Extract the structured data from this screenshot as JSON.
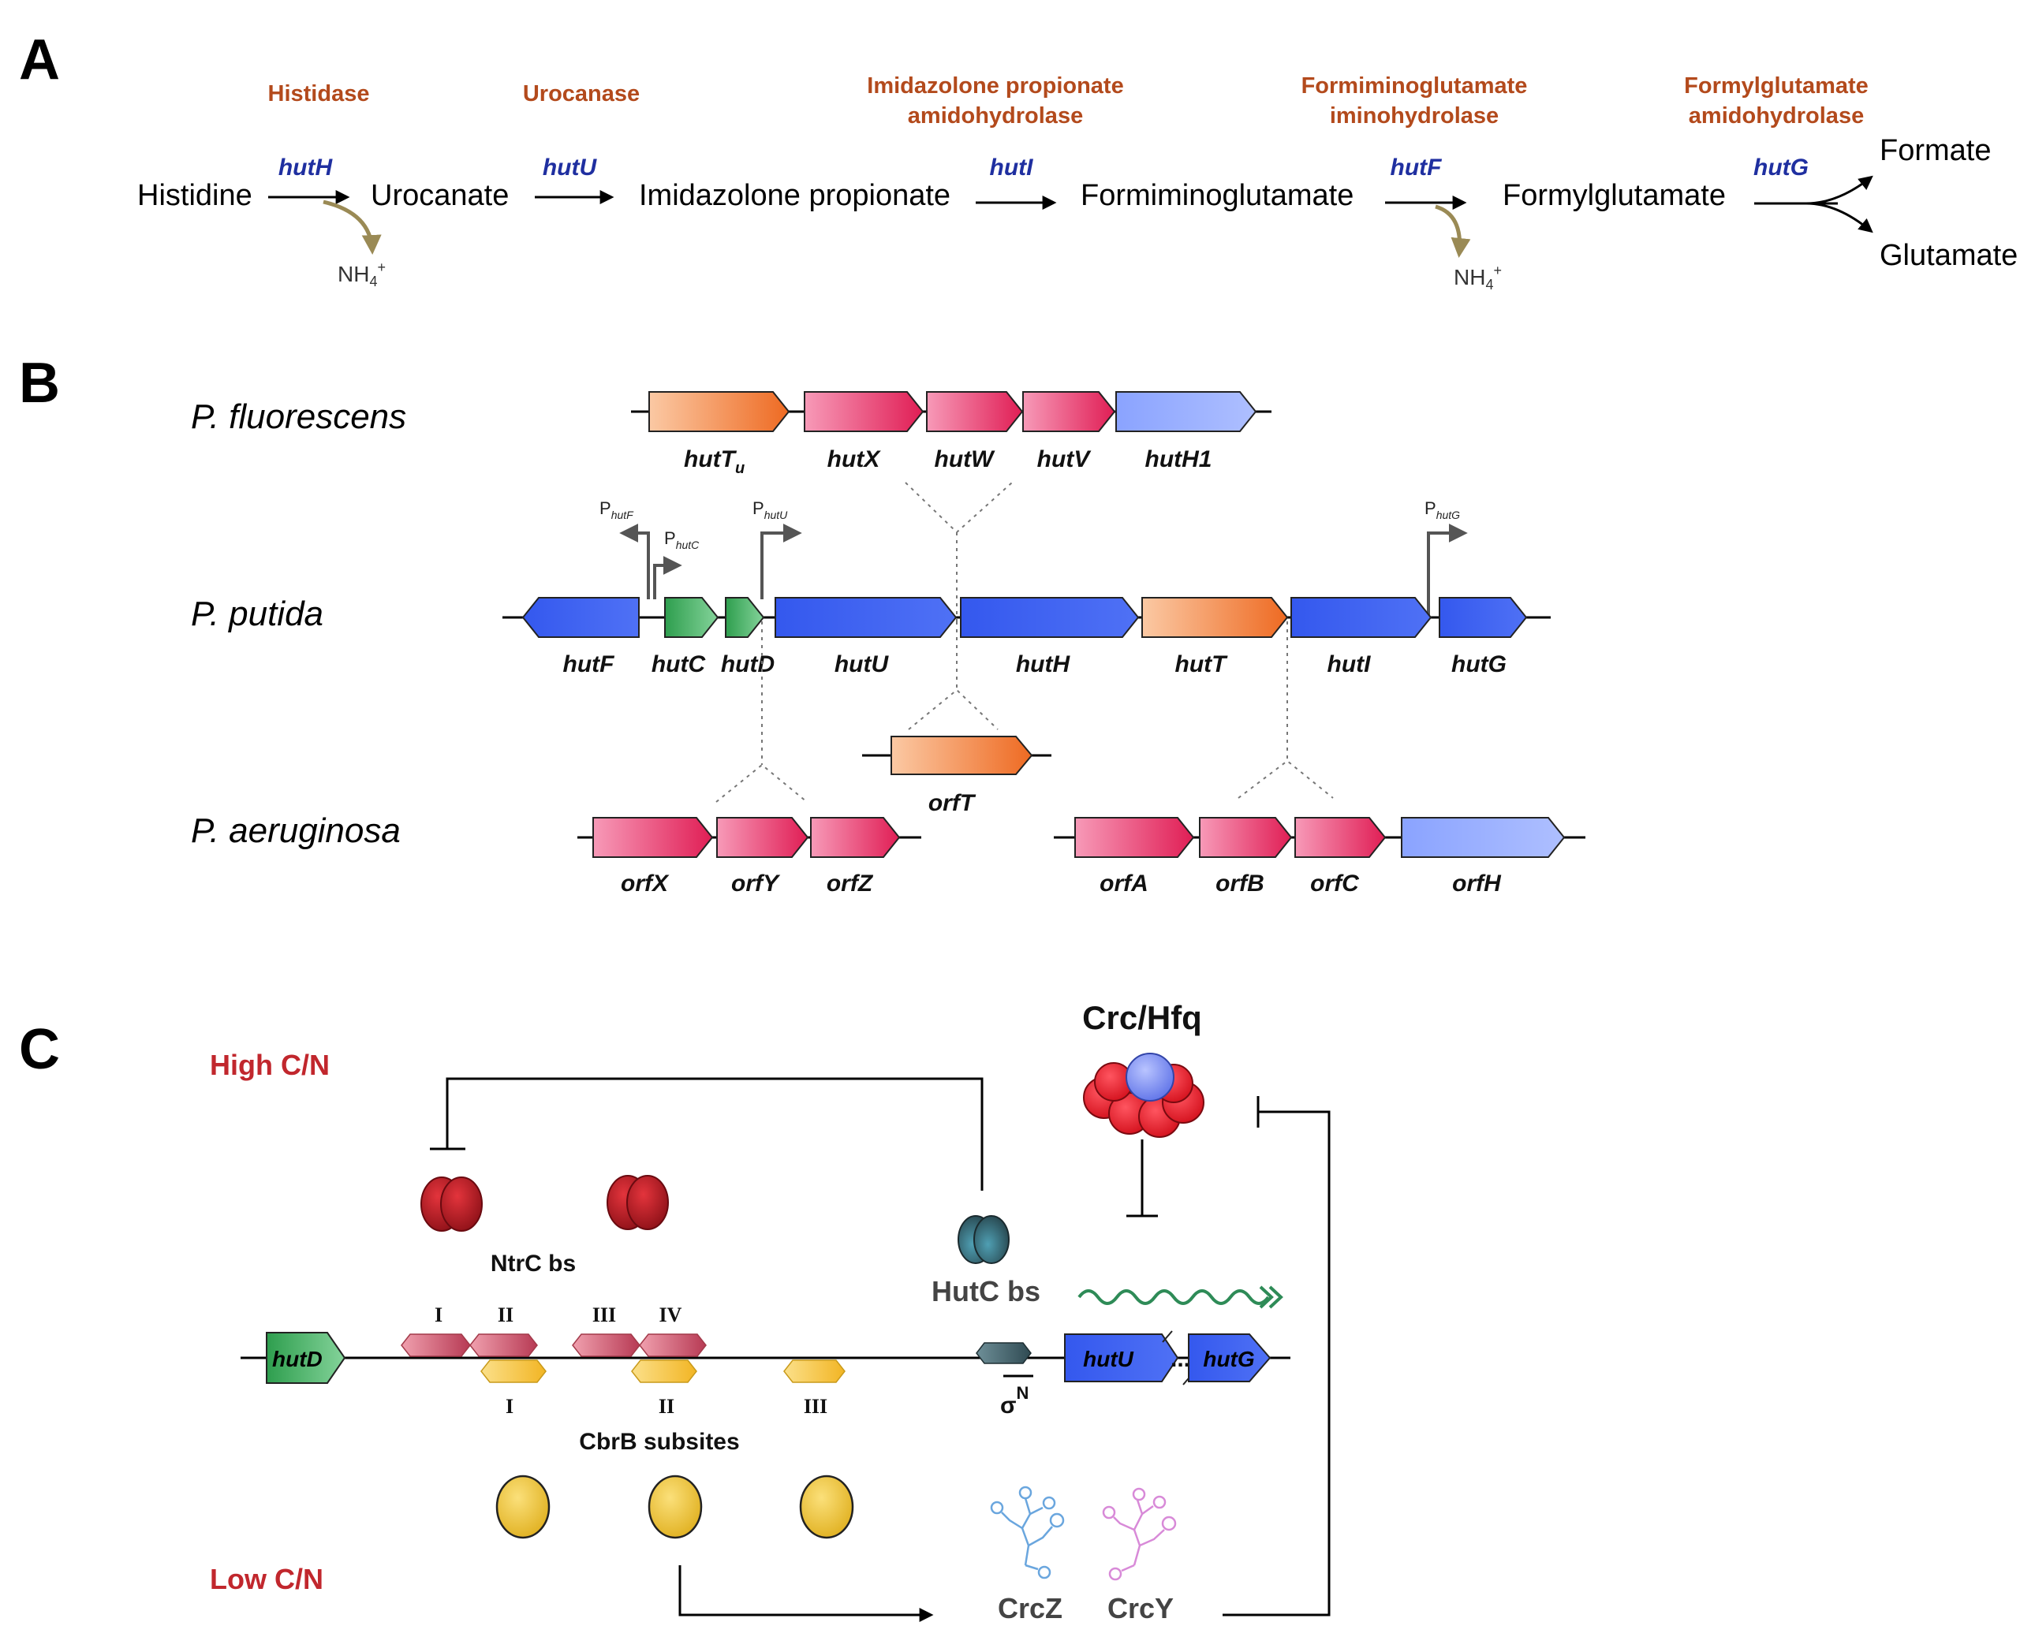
{
  "panels": {
    "a": "A",
    "b": "B",
    "c": "C"
  },
  "pathway": {
    "metabolites": [
      "Histidine",
      "Urocanate",
      "Imidazolone propionate",
      "Formiminoglutamate",
      "Formylglutamate",
      "Formate",
      "Glutamate"
    ],
    "genes": [
      "hutH",
      "hutU",
      "hutI",
      "hutF",
      "hutG"
    ],
    "enzymes": {
      "histidase": "Histidase",
      "urocanase": "Urocanase",
      "imid_1": "Imidazolone propionate",
      "imid_2": "amidohydrolase",
      "formimino_1": "Formiminoglutamate",
      "formimino_2": "iminohydrolase",
      "formyl_1": "Formylglutamate",
      "formyl_2": "amidohydrolase"
    },
    "byproduct": "NH",
    "byproduct_sub": "4",
    "byproduct_sup": "+"
  },
  "operons": {
    "species": [
      "P. fluorescens",
      "P. putida",
      "P. aeruginosa"
    ],
    "fluorescens_genes": {
      "hutTu": "hutT",
      "hutTu_sub": "u",
      "hutX": "hutX",
      "hutW": "hutW",
      "hutV": "hutV",
      "hutH1": "hutH1"
    },
    "putida_genes": [
      "hutF",
      "hutC",
      "hutD",
      "hutU",
      "hutH",
      "hutT",
      "hutI",
      "hutG"
    ],
    "orfT": "orfT",
    "aeruginosa_genes": [
      "orfX",
      "orfY",
      "orfZ",
      "orfA",
      "orfB",
      "orfC",
      "orfH"
    ],
    "promoters": {
      "p": "P",
      "hutF": "hutF",
      "hutC": "hutC",
      "hutU": "hutU",
      "hutG": "hutG"
    }
  },
  "regulation": {
    "high": "High C/N",
    "low": "Low C/N",
    "crc_hfq": "Crc/Hfq",
    "ntrc_bs": "NtrC bs",
    "hutc_bs": "HutC bs",
    "cbrb": "CbrB subsites",
    "ntrc_sites": [
      "I",
      "II",
      "III",
      "IV"
    ],
    "cbrb_sites": [
      "I",
      "II",
      "III"
    ],
    "sigma": "σ",
    "sigma_sup": "N",
    "genes": {
      "hutD": "hutD",
      "hutU": "hutU",
      "hutG": "hutG",
      "dots": "..."
    },
    "srnas": [
      "CrcZ",
      "CrcY"
    ]
  },
  "colors": {
    "enzyme": "#b34a1c",
    "gene": "#1f2fa0",
    "orange_gene": "#f47a3c",
    "pink_gene": "#e8336b",
    "light_blue_gene": "#8aa3ff",
    "blue_gene": "#3a5ff0",
    "green_gene": "#3aa957",
    "ntrc": "#c02b33",
    "cbrb": "#f2c83a",
    "crcz": "#6aa6de",
    "crcy": "#d88ad8",
    "transcript": "#2e8b57",
    "high_low": "#c1272d"
  }
}
